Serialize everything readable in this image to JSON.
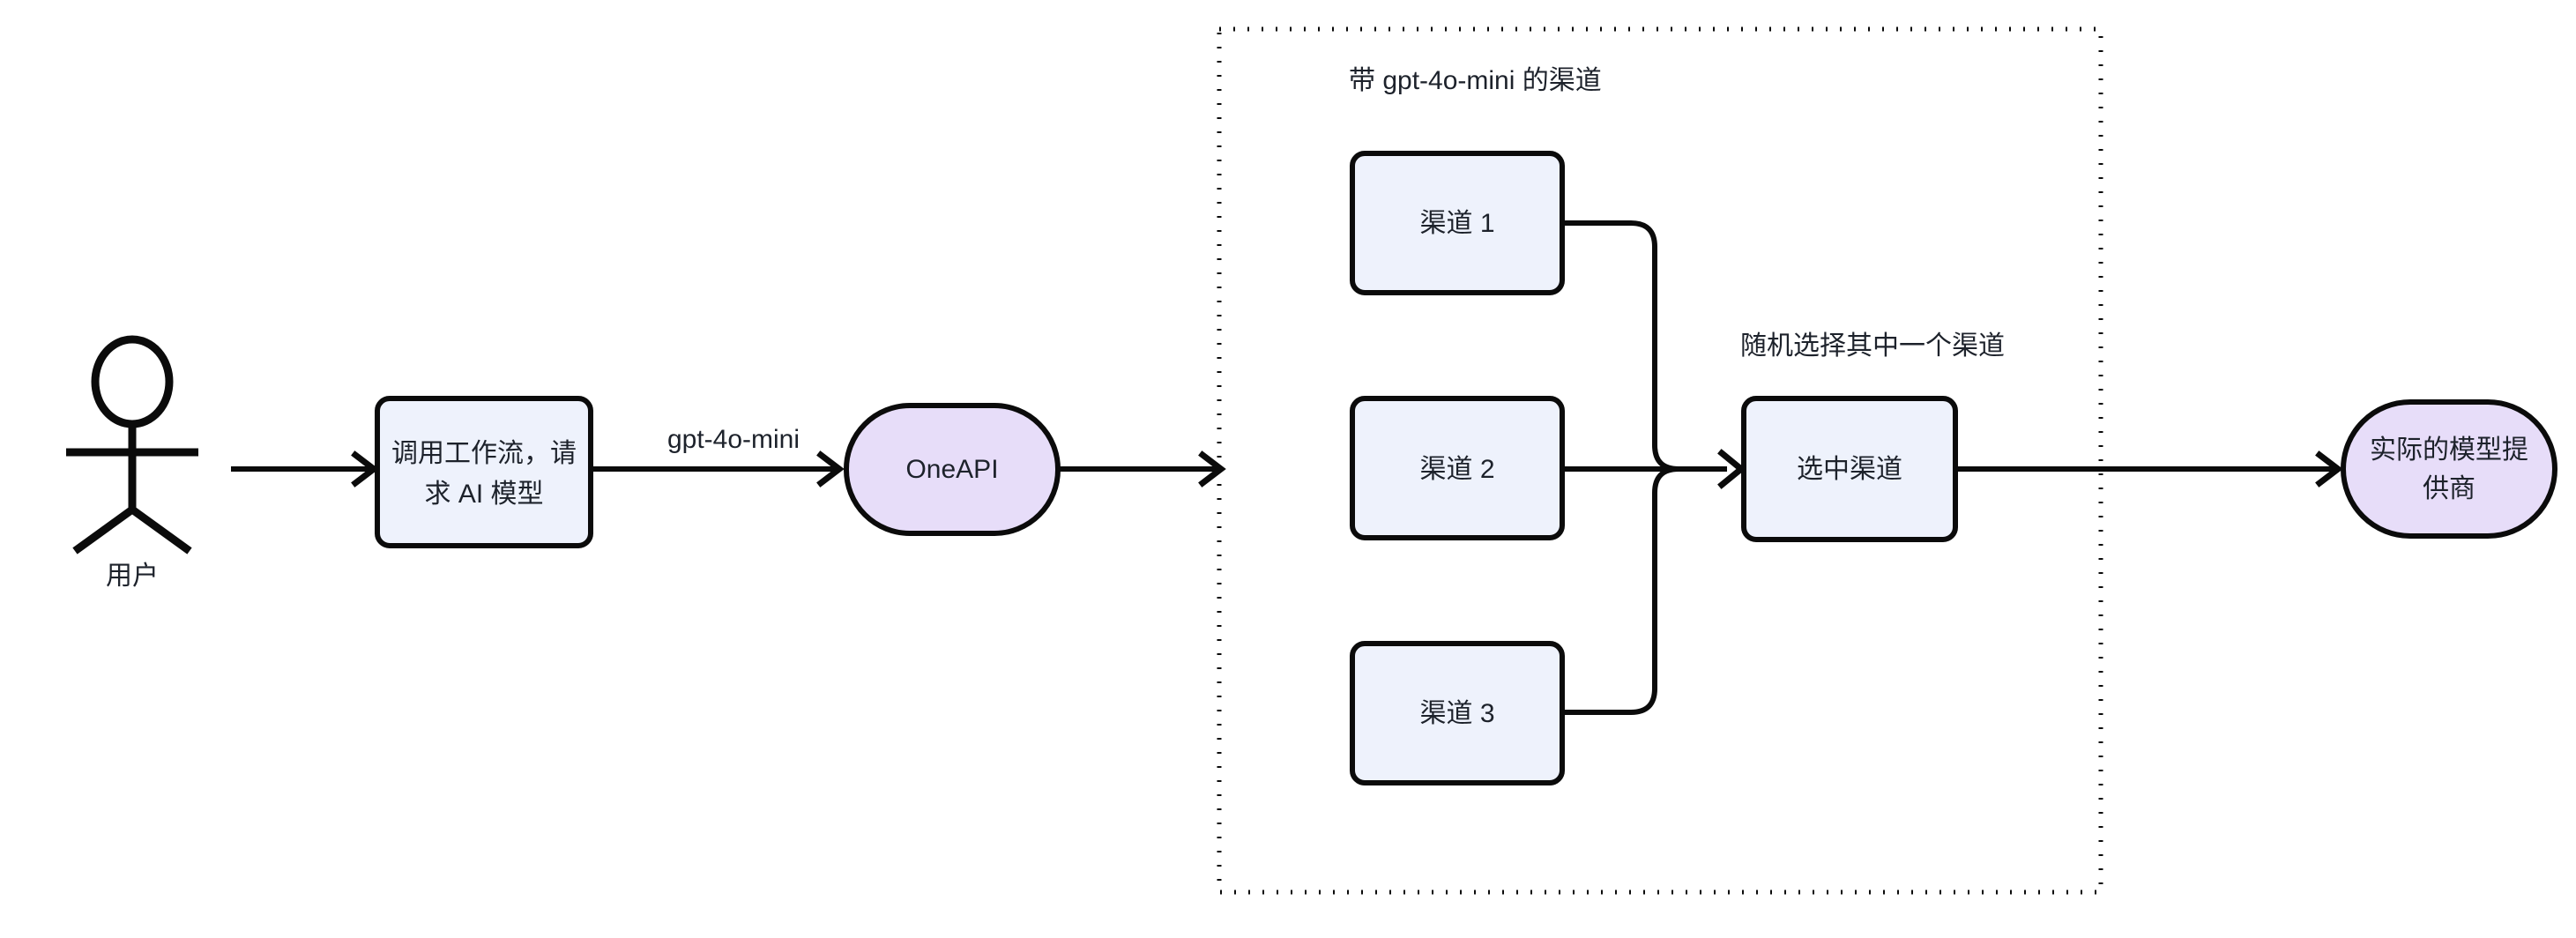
{
  "diagram": {
    "title_text_visible": false,
    "background_color": "#ffffff",
    "stroke_color": "#0b0b0b",
    "rect_fill_color": "#eef2fc",
    "rounded_fill_color": "#e7ddf9",
    "text_color": "#1d222b"
  },
  "actor": {
    "name": "user-actor",
    "label": "用户"
  },
  "nodes": {
    "workflow": {
      "label_line1": "调用工作流，请",
      "label_line2": "求 AI 模型",
      "shape": "rectangle",
      "fill": "#eef2fc"
    },
    "oneapi": {
      "label": "OneAPI",
      "shape": "rounded",
      "fill": "#e7ddf9"
    },
    "channel1": {
      "label": "渠道 1",
      "shape": "rectangle",
      "fill": "#eef2fc"
    },
    "channel2": {
      "label": "渠道 2",
      "shape": "rectangle",
      "fill": "#eef2fc"
    },
    "channel3": {
      "label": "渠道 3",
      "shape": "rectangle",
      "fill": "#eef2fc"
    },
    "selected_channel": {
      "label": "选中渠道",
      "shape": "rectangle",
      "fill": "#eef2fc"
    },
    "provider": {
      "label_line1": "实际的模型提",
      "label_line2": "供商",
      "shape": "rounded",
      "fill": "#e7ddf9"
    }
  },
  "group": {
    "name": "gpt-4o-mini-channel-group",
    "label": "带 gpt-4o-mini 的渠道",
    "border_style": "dotted"
  },
  "edges": {
    "user_to_workflow": {
      "label": ""
    },
    "workflow_to_oneapi": {
      "label": "gpt-4o-mini"
    },
    "oneapi_to_group": {
      "label": ""
    },
    "channels_to_selected": {
      "label": "随机选择其中一个渠道"
    },
    "selected_to_provider": {
      "label": ""
    }
  }
}
